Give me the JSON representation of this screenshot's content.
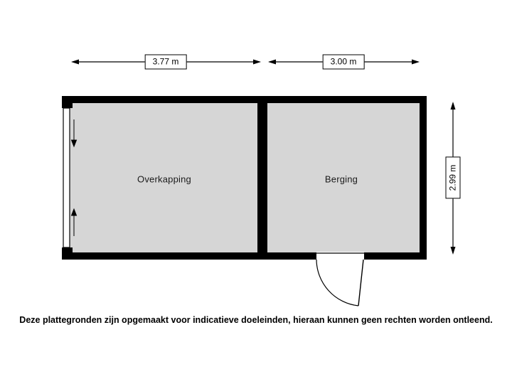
{
  "floorplan": {
    "rooms": [
      {
        "label": "Overkapping"
      },
      {
        "label": "Berging"
      }
    ],
    "dimensions": {
      "overkapping_width": "3.77 m",
      "berging_width": "3.00 m",
      "height": "2.99 m"
    },
    "colors": {
      "wall": "#000000",
      "floor": "#d6d6d6",
      "background": "#ffffff"
    }
  },
  "disclaimer": "Deze plattegronden zijn opgemaakt voor indicatieve doeleinden, hieraan kunnen geen rechten worden ontleend."
}
